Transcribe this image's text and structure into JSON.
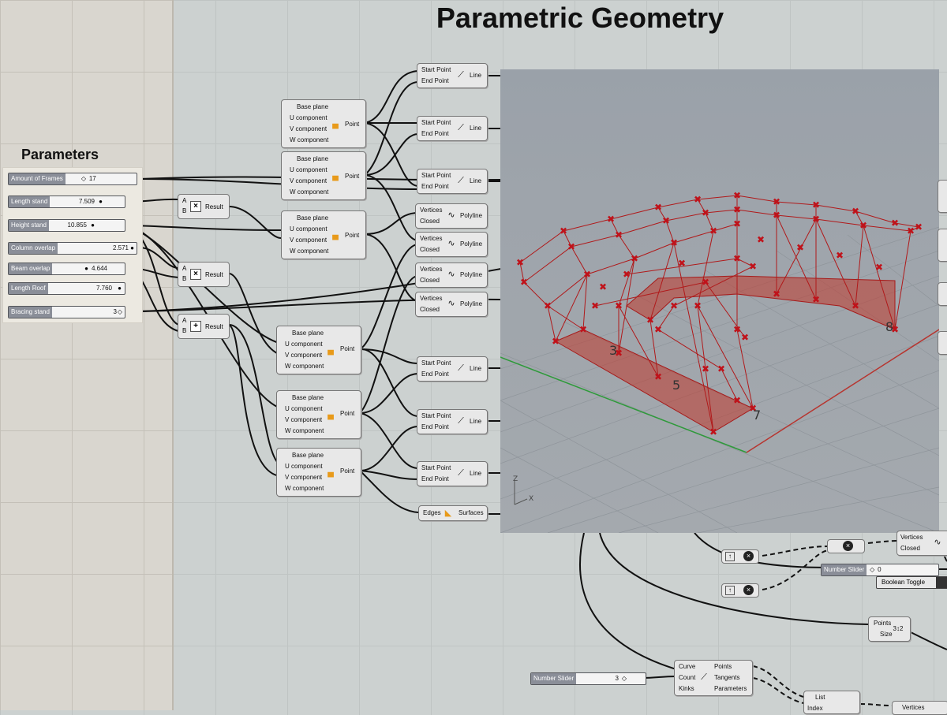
{
  "title": "Parametric Geometry",
  "parameters_title": "Parameters",
  "sliders": [
    {
      "label": "Amount of Frames",
      "value": "17"
    },
    {
      "label": "Length stand",
      "value": "7.509"
    },
    {
      "label": "Height stand",
      "value": "10.855"
    },
    {
      "label": "Column overlap",
      "value": "2.571"
    },
    {
      "label": "Beam overlap",
      "value": "4.644"
    },
    {
      "label": "Length Roof",
      "value": "7.760"
    },
    {
      "label": "Bracing stand",
      "value": "3"
    }
  ],
  "ops": {
    "a": "A",
    "b": "B",
    "result": "Result"
  },
  "point": {
    "base": "Base plane",
    "u": "U component",
    "v": "V component",
    "w": "W component",
    "out": "Point"
  },
  "line": {
    "start": "Start Point",
    "end": "End Point",
    "out": "Line"
  },
  "polyline": {
    "vertices": "Vertices",
    "closed": "Closed",
    "out": "Polyline"
  },
  "surface": {
    "edges": "Edges",
    "out": "Surfaces"
  },
  "divide": {
    "curve": "Curve",
    "count": "Count",
    "kinks": "Kinks",
    "points": "Points",
    "tangents": "Tangents",
    "parameters": "Parameters"
  },
  "bottom_slider": {
    "label": "Number Slider",
    "value": "3"
  },
  "right_slider": {
    "label": "Number Slider",
    "value": "0"
  },
  "boolean_toggle": {
    "label": "Boolean Toggle"
  },
  "points_size": {
    "points": "Points",
    "size": "Size"
  },
  "list": {
    "label": "List",
    "index": "Index"
  },
  "viewport": {
    "axis_x": "X",
    "axis_z": "Z",
    "labels": [
      "3",
      "5",
      "7",
      "8"
    ],
    "colors": {
      "frame": "#b0191a",
      "surface": "#c0392b"
    }
  }
}
